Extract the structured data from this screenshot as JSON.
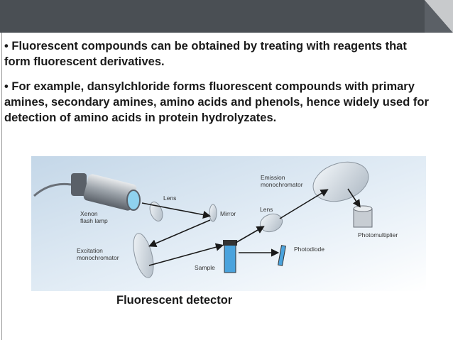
{
  "slide": {
    "bullets": [
      "• Fluorescent compounds can be obtained by treating with reagents that form fluorescent derivatives.",
      "• For example, dansylchloride forms fluorescent compounds with primary amines, secondary amines, amino acids and phenols, hence widely used for detection of amino acids in protein hydrolyzates."
    ],
    "caption": "Fluorescent detector"
  },
  "diagram": {
    "labels": {
      "lamp": [
        "Xenon",
        "flash lamp"
      ],
      "lens1": "Lens",
      "mirror": "Mirror",
      "lens2": "Lens",
      "emission": [
        "Emission",
        "monochromator"
      ],
      "pmt": "Photomultiplier",
      "excitation": [
        "Excitation",
        "monochromator"
      ],
      "sample": "Sample",
      "photodiode": "Photodiode"
    }
  },
  "colors": {
    "top_bar": "#4a4f54",
    "figure_bg": "#dce8f2",
    "beam": "#1a1a1a"
  }
}
